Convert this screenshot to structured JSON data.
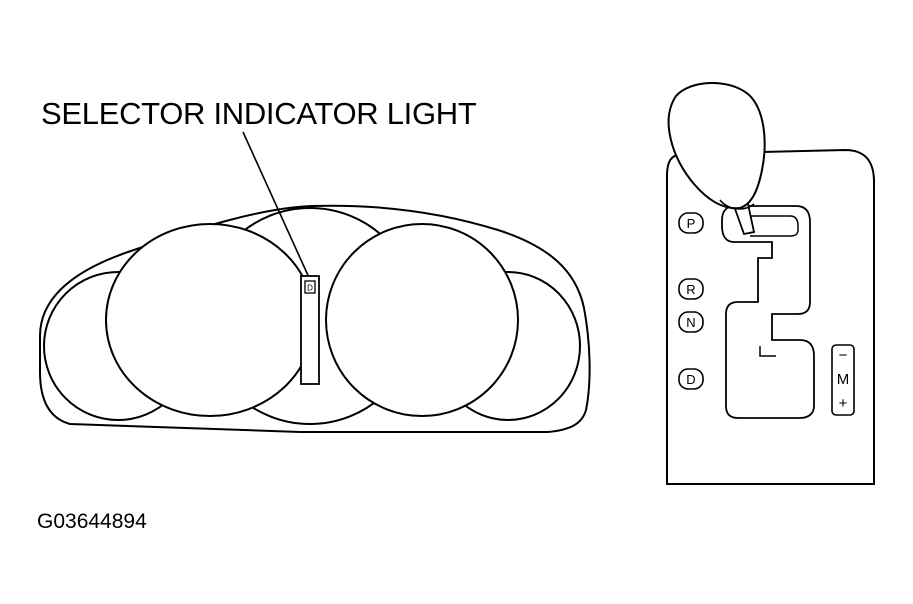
{
  "callout": {
    "label": "SELECTOR INDICATOR LIGHT"
  },
  "figure_code": "G03644894",
  "cluster": {
    "indicator_letter": "D"
  },
  "shifter": {
    "gates": [
      "P",
      "R",
      "N",
      "D"
    ],
    "manual": {
      "minus": "−",
      "mode": "M",
      "plus": "+"
    }
  }
}
